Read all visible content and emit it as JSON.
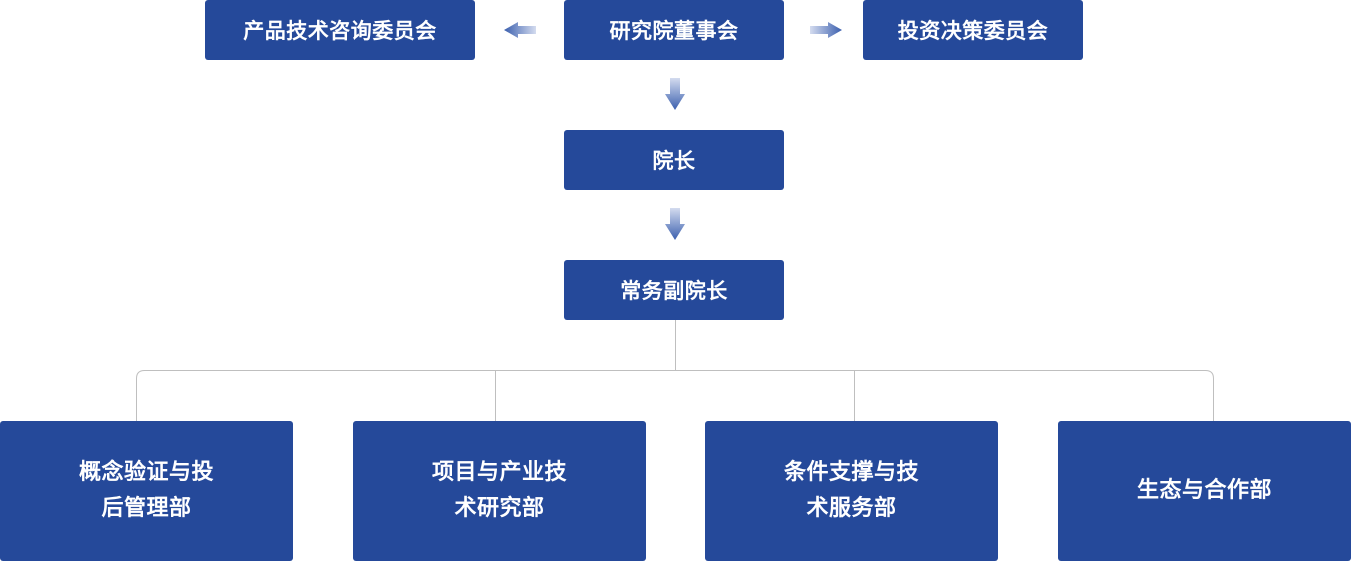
{
  "org_chart": {
    "top_left": "产品技术咨询委员会",
    "top_center": "研究院董事会",
    "top_right": "投资决策委员会",
    "level2": "院长",
    "level3": "常务副院长",
    "departments": [
      {
        "line1": "概念验证与投",
        "line2": "后管理部"
      },
      {
        "line1": "项目与产业技",
        "line2": "术研究部"
      },
      {
        "line1": "条件支撑与技",
        "line2": "术服务部"
      },
      {
        "line1": "生态与合作部",
        "line2": ""
      }
    ],
    "colors": {
      "box_fill": "#25499a",
      "box_text": "#ffffff",
      "connector": "#bfbfbf",
      "arrow_light": "#c9d3ea",
      "arrow_dark": "#3b5fae"
    },
    "icons": {
      "arrow_left": "arrow-left-icon",
      "arrow_right": "arrow-right-icon",
      "arrow_down": "arrow-down-icon"
    }
  }
}
